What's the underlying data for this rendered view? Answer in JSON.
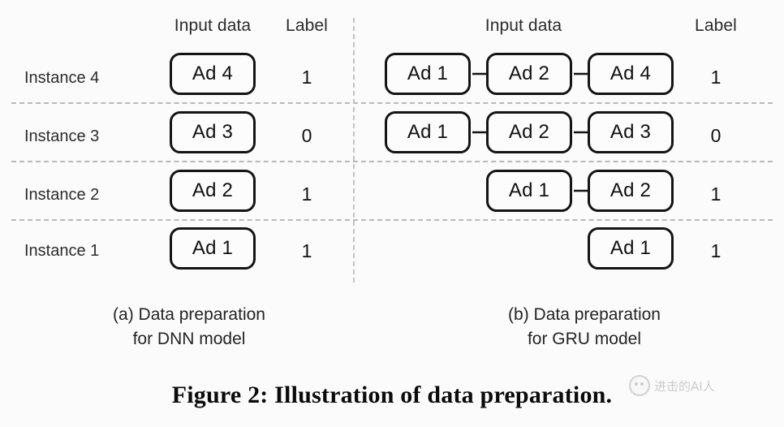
{
  "figure": {
    "caption": "Figure 2: Illustration of data preparation.",
    "background_color": "#fbfbfb",
    "box_border_color": "#141414",
    "rule_color": "#b9b9b9"
  },
  "panel_a": {
    "id": "a",
    "subcaption": "(a) Data preparation\nfor DNN model",
    "headers": {
      "instance": "",
      "input_data": "Input data",
      "label": "Label"
    },
    "rows": [
      {
        "instance": "Instance 4",
        "inputs": [
          "Ad 4"
        ],
        "label": "1"
      },
      {
        "instance": "Instance 3",
        "inputs": [
          "Ad 3"
        ],
        "label": "0"
      },
      {
        "instance": "Instance 2",
        "inputs": [
          "Ad 2"
        ],
        "label": "1"
      },
      {
        "instance": "Instance 1",
        "inputs": [
          "Ad 1"
        ],
        "label": "1"
      }
    ]
  },
  "panel_b": {
    "id": "b",
    "subcaption": "(b) Data preparation\nfor GRU model",
    "headers": {
      "input_data": "Input data",
      "label": "Label"
    },
    "rows": [
      {
        "inputs": [
          "Ad 1",
          "Ad 2",
          "Ad 4"
        ],
        "label": "1"
      },
      {
        "inputs": [
          "Ad 1",
          "Ad 2",
          "Ad 3"
        ],
        "label": "0"
      },
      {
        "inputs": [
          "Ad 1",
          "Ad 2"
        ],
        "label": "1"
      },
      {
        "inputs": [
          "Ad 1"
        ],
        "label": "1"
      }
    ]
  },
  "watermark": {
    "text": "进击的AI人"
  }
}
